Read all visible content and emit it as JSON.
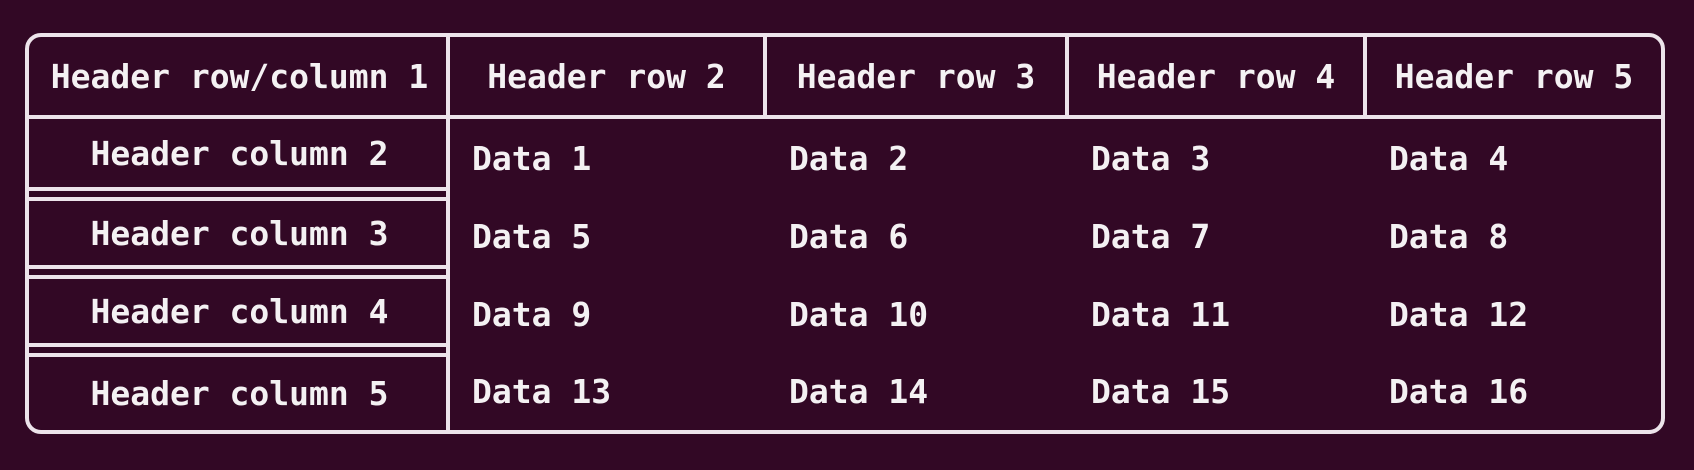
{
  "theme": {
    "background": "#320825",
    "border_color": "#ede4eb",
    "text_color": "#f4f1f3"
  },
  "chart_data": {
    "type": "table",
    "corner_header": "Header row/column 1",
    "top_headers": [
      "Header row 2",
      "Header row 3",
      "Header row 4",
      "Header row 5"
    ],
    "left_headers": [
      "Header column 2",
      "Header column 3",
      "Header column 4",
      "Header column 5"
    ],
    "rows": [
      [
        "Data 1",
        "Data 2",
        "Data 3",
        "Data 4"
      ],
      [
        "Data 5",
        "Data 6",
        "Data 7",
        "Data 8"
      ],
      [
        "Data 9",
        "Data 10",
        "Data 11",
        "Data 12"
      ],
      [
        "Data 13",
        "Data 14",
        "Data 15",
        "Data 16"
      ]
    ]
  }
}
